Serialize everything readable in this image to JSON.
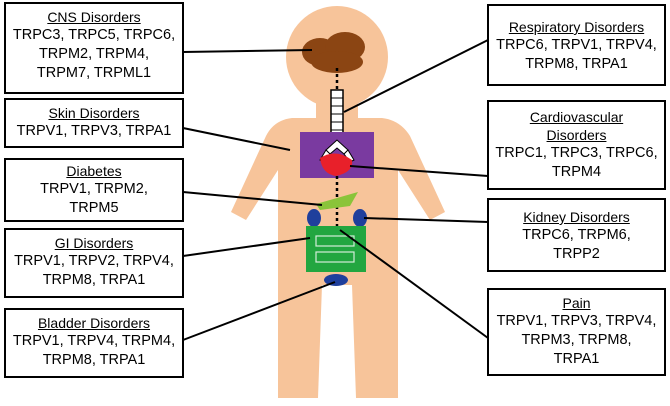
{
  "boxes": {
    "cns": {
      "title": "CNS Disorders",
      "lines": [
        "TRPC3, TRPC5, TRPC6,",
        "TRPM2, TRPM4,",
        "TRPM7, TRPML1"
      ]
    },
    "skin": {
      "title": "Skin Disorders",
      "lines": [
        "TRPV1, TRPV3, TRPA1"
      ]
    },
    "diabetes": {
      "title": "Diabetes",
      "lines": [
        "TRPV1, TRPM2,",
        "TRPM5"
      ]
    },
    "gi": {
      "title": "GI Disorders",
      "lines": [
        "TRPV1, TRPV2, TRPV4,",
        "TRPM8, TRPA1"
      ]
    },
    "bladder": {
      "title": "Bladder Disorders",
      "lines": [
        "TRPV1, TRPV4, TRPM4,",
        "TRPM8, TRPA1"
      ]
    },
    "resp": {
      "title": "Respiratory Disorders",
      "lines": [
        "TRPC6, TRPV1, TRPV4,",
        "TRPM8, TRPA1"
      ]
    },
    "cardio": {
      "title": "Cardiovascular",
      "title2": "Disorders",
      "lines": [
        "TRPC1, TRPC3, TRPC6,",
        "TRPM4"
      ]
    },
    "kidney": {
      "title": "Kidney Disorders",
      "lines": [
        "TRPC6, TRPM6,",
        "TRPP2"
      ]
    },
    "pain": {
      "title": "Pain",
      "lines": [
        "TRPV1, TRPV3, TRPV4,",
        "TRPM3, TRPM8,",
        "TRPA1"
      ]
    }
  },
  "colors": {
    "body": "#f7c49a",
    "brain": "#8b4513",
    "lungs": "#7a3aa0",
    "heart": "#e8202a",
    "pancreas": "#8ac43a",
    "kidney": "#1f3f9c",
    "gut": "#22a640"
  }
}
